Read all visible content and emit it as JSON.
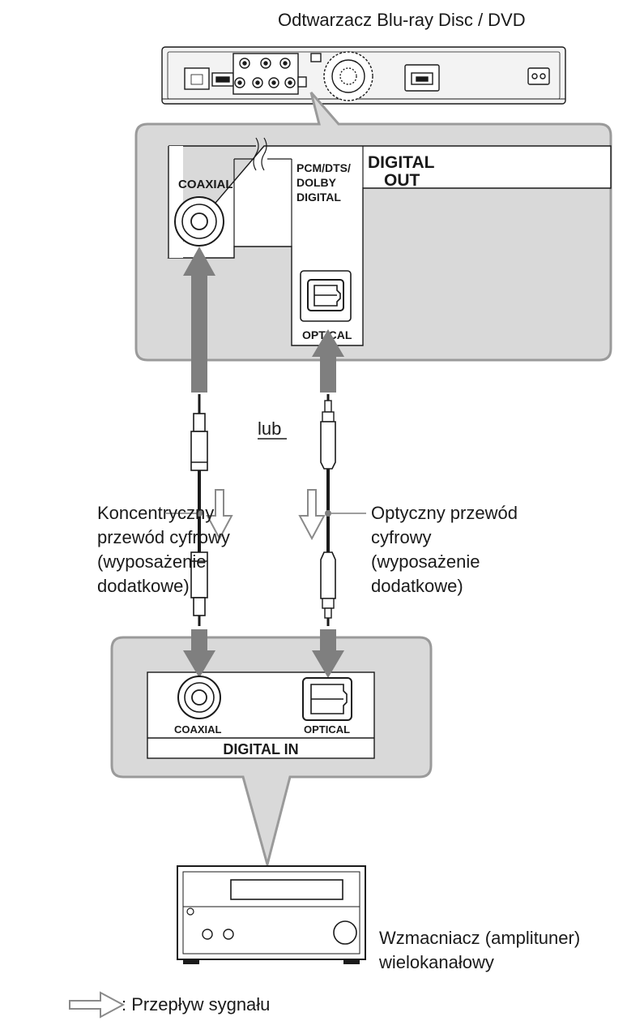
{
  "player": {
    "title": "Odtwarzacz Blu-ray Disc / DVD"
  },
  "player_panel": {
    "digital_out": [
      "DIGITAL",
      "OUT"
    ],
    "format_lines": [
      "PCM/DTS/",
      "DOLBY",
      "DIGITAL"
    ],
    "coaxial_label": "COAXIAL",
    "optical_label": "OPTICAL"
  },
  "or_label": "lub",
  "coaxial_cable": {
    "lines": [
      "Koncentryczny",
      "przewód cyfrowy",
      "(wyposażenie",
      "dodatkowe)"
    ]
  },
  "optical_cable": {
    "lines": [
      "Optyczny przewód",
      "cyfrowy",
      "(wyposażenie",
      "dodatkowe)"
    ]
  },
  "amp_panel": {
    "coaxial_label": "COAXIAL",
    "optical_label": "OPTICAL",
    "digital_in": "DIGITAL IN"
  },
  "amplifier": {
    "lines": [
      "Wzmacniacz (amplituner)",
      "wielokanałowy"
    ]
  },
  "legend": {
    "text": ": Przepływ sygnału"
  },
  "colors": {
    "callout_fill": "#d9d9d9",
    "callout_stroke": "#9a9a9a",
    "arrow": "#7f7f7f",
    "line": "#1a1a1a"
  }
}
